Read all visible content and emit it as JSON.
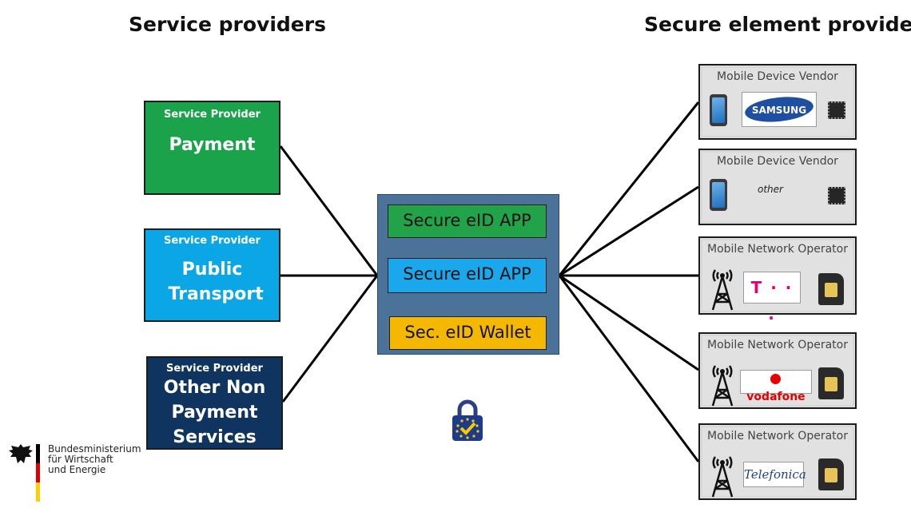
{
  "headings": {
    "left": "Service providers",
    "right": "Secure element providers"
  },
  "service_providers": [
    {
      "kicker": "Service Provider",
      "title": "Payment",
      "color": "#1aa34a"
    },
    {
      "kicker": "Service Provider",
      "title": "Public Transport",
      "color": "#0aa6e6"
    },
    {
      "kicker": "Service Provider",
      "title": "Other Non Payment Services",
      "color": "#0f3460"
    }
  ],
  "hub": {
    "color": "#4b7399",
    "apps": [
      {
        "label": "Secure eID APP",
        "color": "#22a34a"
      },
      {
        "label": "Secure eID APP",
        "color": "#1aa7ec"
      },
      {
        "label": "Sec. eID Wallet",
        "color": "#f5b800"
      }
    ]
  },
  "element_providers": [
    {
      "title": "Mobile Device Vendor",
      "logo": "SAMSUNG"
    },
    {
      "title": "Mobile Device Vendor",
      "logo": "other"
    },
    {
      "title": "Mobile Network Operator",
      "logo": "T · · ·"
    },
    {
      "title": "Mobile Network Operator",
      "logo": "vodafone"
    },
    {
      "title": "Mobile Network Operator",
      "logo": "Telefonica"
    }
  ],
  "ministry": {
    "line1": "Bundesministerium",
    "line2": "für Wirtschaft",
    "line3": "und Energie"
  },
  "icons": [
    "eagle-icon",
    "eu-lock-icon",
    "smartphone-icon",
    "chip-icon",
    "antenna-tower-icon",
    "sim-card-icon"
  ]
}
